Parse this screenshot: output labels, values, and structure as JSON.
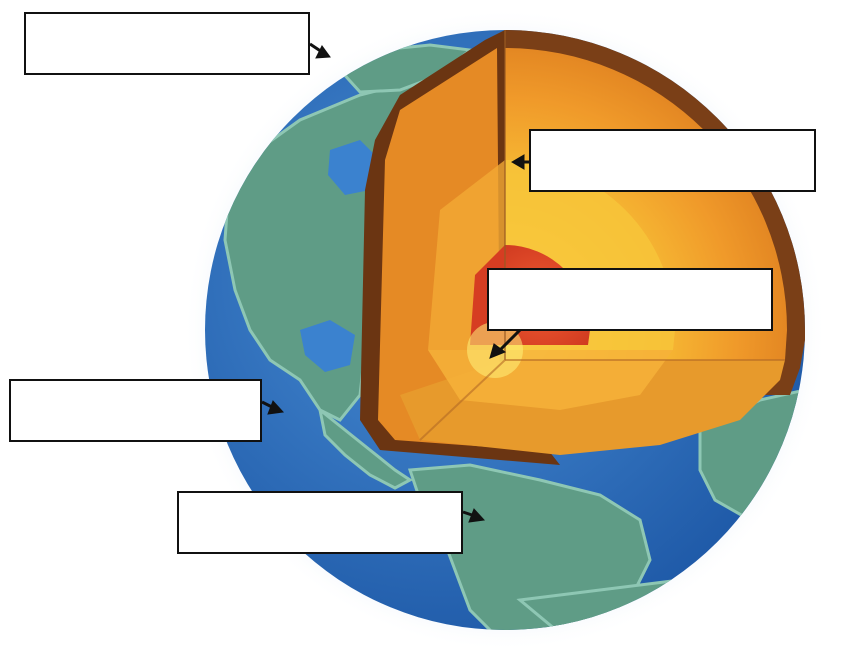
{
  "colors": {
    "ocean": "#2f73c0",
    "land": "#5f9c86",
    "halo": "#cfe0f2",
    "crust": "#8a4a1c",
    "mantle": "#f0a030",
    "outer_core": "#f7c43a",
    "inner_core": "#e8452a",
    "box_border": "#111111",
    "arrow": "#111111"
  },
  "labels": [
    {
      "id": "blank-label-1",
      "text": ""
    },
    {
      "id": "blank-label-2",
      "text": ""
    },
    {
      "id": "blank-label-3",
      "text": ""
    },
    {
      "id": "blank-label-4",
      "text": ""
    },
    {
      "id": "blank-label-5",
      "text": ""
    }
  ]
}
